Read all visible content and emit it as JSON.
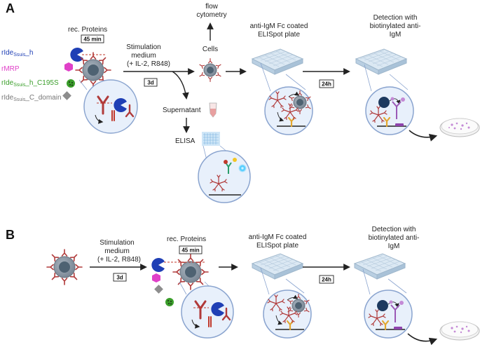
{
  "colors": {
    "ideh": "#1f3fb5",
    "mrp": "#e040c8",
    "c195s": "#3a9e2a",
    "cdomain": "#777777",
    "cell_body": "#8e9aa6",
    "cell_nucleus": "#4e6272",
    "bubble_fill": "#e8f0fb",
    "bubble_stroke": "#8aa4cf",
    "antibody": "#c0392b",
    "capture_ab": "#e3a72f",
    "plate": "#cfe0ee",
    "spot": "#c48ad6"
  },
  "panel_a": {
    "label": "A",
    "rec_proteins": "rec. Proteins",
    "time_45": "45 min",
    "legend": {
      "ideh": {
        "prefix": "rIde",
        "sub": "Ssuis",
        "suffix": "_h"
      },
      "mrp": "rMRP",
      "c195s": {
        "prefix": "rIde",
        "sub": "Ssuis",
        "suffix": "_h_C195S"
      },
      "cdomain": {
        "prefix": "rIde",
        "sub": "Ssuis",
        "suffix": "_C_domain"
      }
    },
    "stimulation": [
      "Stimulation",
      "medium",
      "(+ IL-2, R848)"
    ],
    "time_3d": "3d",
    "flow": [
      "flow",
      "cytometry"
    ],
    "cells": "Cells",
    "supernatant": "Supernatant",
    "elisa": "ELISA",
    "elispot": [
      "anti-IgM Fc coated",
      "ELISpot plate"
    ],
    "time_24h": "24h",
    "detection": [
      "Detection with",
      "biotinylated anti-",
      "IgM"
    ]
  },
  "panel_b": {
    "label": "B",
    "stimulation": [
      "Stimulation",
      "medium",
      "(+ IL-2, R848)"
    ],
    "time_3d": "3d",
    "rec_proteins": "rec. Proteins",
    "time_45": "45 min",
    "elispot": [
      "anti-IgM Fc coated",
      "ELISpot plate"
    ],
    "time_24h": "24h",
    "detection": [
      "Detection with",
      "biotinylated anti-",
      "IgM"
    ]
  }
}
